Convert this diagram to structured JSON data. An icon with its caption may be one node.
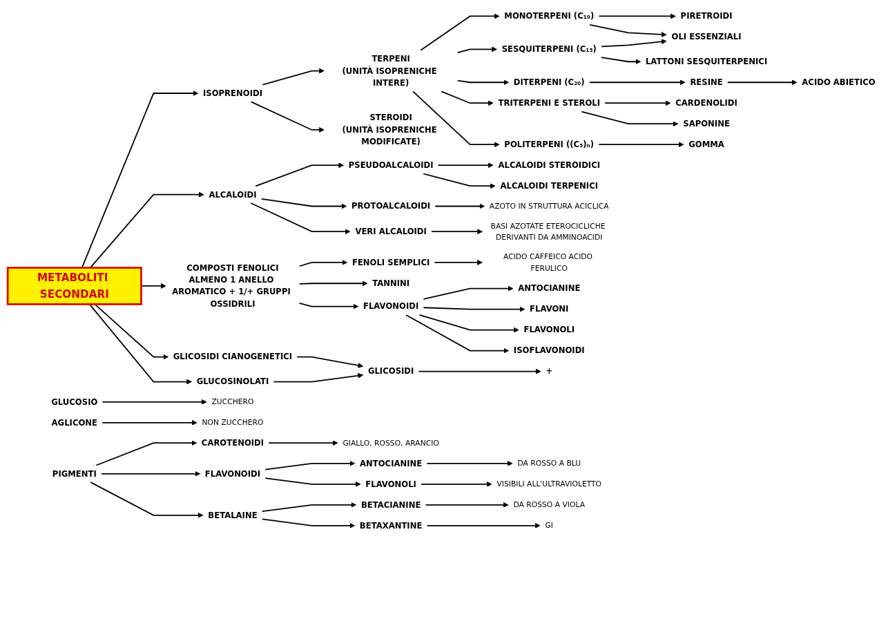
{
  "diagram": {
    "nodes": [
      {
        "text": [
          "METABOLITI SECONDARI"
        ]
      },
      {
        "text": [
          "ISOPRENOIDI"
        ]
      },
      {
        "text": [
          "ALCALOIDI"
        ]
      },
      {
        "text": [
          "COMPOSTI FENOLICI",
          "ALMENO 1 ANELLO AROMATICO + 1/+ GRUPPI OSSIDRILI"
        ]
      },
      {
        "text": [
          "GLICOSIDI CIANOGENETICI"
        ]
      },
      {
        "text": [
          "GLUCOSINOLATI"
        ]
      },
      {
        "text": [
          "TERPENI",
          "(UNITÀ ISOPRENICHE INTERE)"
        ]
      },
      {
        "text": [
          "STEROIDI",
          "(UNITÀ ISOPRENICHE MODIFICATE)"
        ]
      },
      {
        "text": [
          "PSEUDOALCALOIDI"
        ]
      },
      {
        "text": [
          "ALCALOIDI STEROIDICI"
        ]
      },
      {
        "text": [
          "ALCALOIDI TERPENICI"
        ]
      },
      {
        "text": [
          "PROTOALCALOIDI"
        ]
      },
      {
        "text": [
          "AZOTO IN STRUTTURA ACICLICA"
        ]
      },
      {
        "text": [
          "VERI ALCALOIDI"
        ]
      },
      {
        "text": [
          "BASI AZOTATE ETEROCICLICHE DERIVANTI DA AMMINOACIDI"
        ]
      },
      {
        "text": [
          "GLICOSIDI"
        ]
      },
      {
        "text": [
          "GLUCOSIO"
        ]
      },
      {
        "text": [
          "+"
        ]
      },
      {
        "text": [
          "AGLICONE"
        ]
      },
      {
        "text": [
          "ZUCCHERO"
        ]
      },
      {
        "text": [
          "NON ZUCCHERO"
        ]
      },
      {
        "text": [
          "MONOTERPENI (C₁₀)"
        ]
      },
      {
        "text": [
          "OLI ESSENZIALI"
        ]
      },
      {
        "text": [
          "SESQUITERPENI (C₁₅)"
        ]
      },
      {
        "text": [
          "DITERPENI (C₂₀)"
        ]
      },
      {
        "text": [
          "TRITERPENI E STEROLI"
        ]
      },
      {
        "text": [
          "POLITERPENI ((C₅)ₙ)"
        ]
      },
      {
        "text": [
          "PIRETROIDI"
        ]
      },
      {
        "text": [
          "LATTONI SESQUITERPENICI"
        ]
      },
      {
        "text": [
          "RESINE"
        ]
      },
      {
        "text": [
          "ACIDO ABIETICO"
        ]
      },
      {
        "text": [
          "GOMMA"
        ]
      },
      {
        "text": [
          "CARDENOLIDI"
        ]
      },
      {
        "text": [
          "SAPONINE"
        ]
      },
      {
        "text": [
          "PIGMENTI"
        ]
      },
      {
        "text": [
          "CAROTENOIDI"
        ]
      },
      {
        "text": [
          "GIALLO, ROSSO, ARANCIO"
        ]
      },
      {
        "text": [
          "FLAVONOIDI"
        ]
      },
      {
        "text": [
          "ANTOCIANINE"
        ]
      },
      {
        "text": [
          "FLAVONOLI"
        ]
      },
      {
        "text": [
          "DA ROSSO A BLU"
        ]
      },
      {
        "text": [
          "VISIBILI ALL'ULTRAVIOLETTO"
        ]
      },
      {
        "text": [
          "BETALAINE"
        ]
      },
      {
        "text": [
          "BETACIANINE"
        ]
      },
      {
        "text": [
          "BETAXANTINE"
        ]
      },
      {
        "text": [
          "DA ROSSO A VIOLA"
        ]
      },
      {
        "text": [
          "GI"
        ]
      },
      {
        "text": [
          "FENOLI SEMPLICI"
        ]
      },
      {
        "text": [
          "TANNINI"
        ]
      },
      {
        "text": [
          "FLAVONOIDI"
        ]
      },
      {
        "text": [
          "ACIDO CAFFEICO ACIDO FERULICO"
        ]
      },
      {
        "text": [
          "ANTOCIANINE"
        ]
      },
      {
        "text": [
          "FLAVONI"
        ]
      },
      {
        "text": [
          "FLAVONOLI"
        ]
      },
      {
        "text": [
          "ISOFLAVONOIDI"
        ]
      }
    ],
    "edges": [
      {
        "from": 0,
        "to": 1,
        "arrow": "to"
      },
      {
        "from": 0,
        "to": 2,
        "arrow": "to"
      },
      {
        "from": 0,
        "to": 3,
        "arrow": "to"
      },
      {
        "from": 0,
        "to": 4,
        "arrow": "to"
      },
      {
        "from": 0,
        "to": 5,
        "arrow": "to"
      },
      {
        "from": 1,
        "to": 6,
        "arrow": "to"
      },
      {
        "from": 1,
        "to": 7,
        "arrow": "to"
      },
      {
        "from": 2,
        "to": 8,
        "arrow": "to"
      },
      {
        "from": 2,
        "to": 11,
        "arrow": "to"
      },
      {
        "from": 2,
        "to": 13,
        "arrow": "to"
      },
      {
        "from": 8,
        "to": 9,
        "arrow": "to"
      },
      {
        "from": 8,
        "to": 10,
        "arrow": "to"
      },
      {
        "from": 11,
        "to": 12,
        "arrow": "to"
      },
      {
        "from": 13,
        "to": 14,
        "arrow": "to"
      },
      {
        "from": 4,
        "to": 15,
        "arrow": "to"
      },
      {
        "from": 5,
        "to": 15,
        "arrow": "to"
      },
      {
        "from": 15,
        "to": 17,
        "arrow": "to"
      },
      {
        "from": 16,
        "to": 19,
        "arrow": "to"
      },
      {
        "from": 18,
        "to": 20,
        "arrow": "to"
      },
      {
        "from": 6,
        "to": 21,
        "arrow": "to"
      },
      {
        "from": 6,
        "to": 23,
        "arrow": "to"
      },
      {
        "from": 6,
        "to": 24,
        "arrow": "to"
      },
      {
        "from": 6,
        "to": 25,
        "arrow": "to"
      },
      {
        "from": 6,
        "to": 26,
        "arrow": "to"
      },
      {
        "from": 21,
        "to": 27,
        "arrow": "to"
      },
      {
        "from": 21,
        "to": 22,
        "arrow": "to"
      },
      {
        "from": 23,
        "to": 22,
        "arrow": "to"
      },
      {
        "from": 23,
        "to": 28,
        "arrow": "to"
      },
      {
        "from": 24,
        "to": 29,
        "arrow": "to"
      },
      {
        "from": 29,
        "to": 30,
        "arrow": "to"
      },
      {
        "from": 25,
        "to": 32,
        "arrow": "to"
      },
      {
        "from": 25,
        "to": 33,
        "arrow": "to"
      },
      {
        "from": 26,
        "to": 31,
        "arrow": "to"
      },
      {
        "from": 34,
        "to": 35,
        "arrow": "to"
      },
      {
        "from": 34,
        "to": 37,
        "arrow": "to"
      },
      {
        "from": 34,
        "to": 42,
        "arrow": "to"
      },
      {
        "from": 35,
        "to": 36,
        "arrow": "to"
      },
      {
        "from": 37,
        "to": 38,
        "arrow": "to"
      },
      {
        "from": 37,
        "to": 39,
        "arrow": "to"
      },
      {
        "from": 38,
        "to": 40,
        "arrow": "to"
      },
      {
        "from": 39,
        "to": 41,
        "arrow": "to"
      },
      {
        "from": 42,
        "to": 43,
        "arrow": "to"
      },
      {
        "from": 42,
        "to": 44,
        "arrow": "to"
      },
      {
        "from": 43,
        "to": 45,
        "arrow": "to"
      },
      {
        "from": 44,
        "to": 46,
        "arrow": "to"
      },
      {
        "from": 3,
        "to": 47,
        "arrow": "to"
      },
      {
        "from": 3,
        "to": 48,
        "arrow": "to"
      },
      {
        "from": 3,
        "to": 49,
        "arrow": "to"
      },
      {
        "from": 47,
        "to": 50,
        "arrow": "to"
      },
      {
        "from": 49,
        "to": 51,
        "arrow": "to"
      },
      {
        "from": 49,
        "to": 52,
        "arrow": "to"
      },
      {
        "from": 49,
        "to": 53,
        "arrow": "to"
      },
      {
        "from": 49,
        "to": 54,
        "arrow": "to"
      }
    ]
  }
}
